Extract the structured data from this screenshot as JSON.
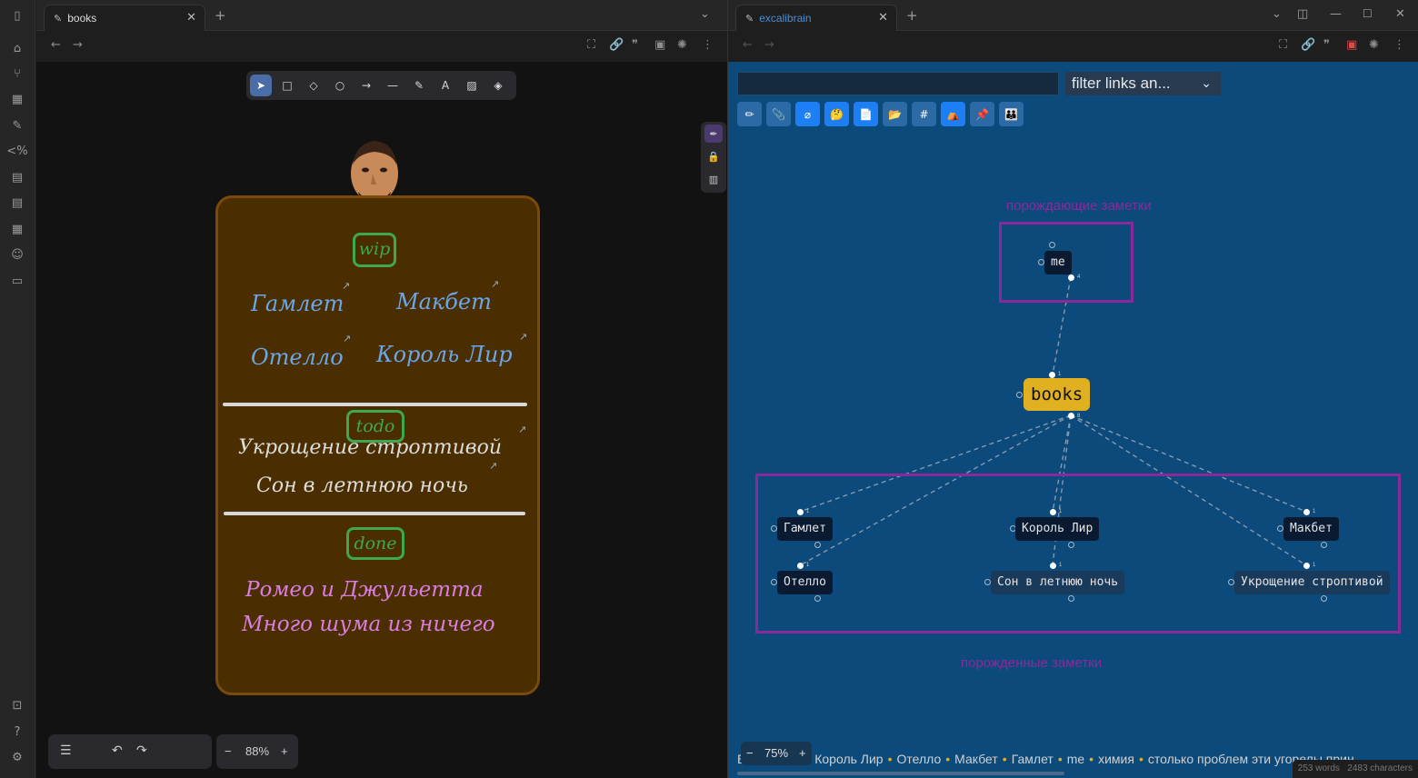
{
  "ribbon": {
    "icons": [
      "sidebar-toggle-icon",
      "home-icon",
      "graph-icon",
      "dashboard-icon",
      "excalidraw-icon",
      "template-icon",
      "layout-icon",
      "layout2-icon",
      "calendar-icon",
      "smiley-icon",
      "tv-icon",
      "vault-icon",
      "help-icon",
      "settings-icon"
    ]
  },
  "left_pane": {
    "tab_title": "books",
    "zoom": "88%",
    "toolbar_tools": [
      "selection-tool",
      "rectangle-tool",
      "diamond-tool",
      "ellipse-tool",
      "arrow-tool",
      "line-tool",
      "pen-tool",
      "text-tool",
      "image-tool",
      "eraser-tool"
    ],
    "board": {
      "sections": [
        {
          "badge": "wip",
          "items": [
            "Гамлет",
            "Макбет",
            "Отелло",
            "Король Лир"
          ]
        },
        {
          "badge": "todo",
          "items": [
            "Укрощение строптивой",
            "Сон в летнюю ночь"
          ]
        },
        {
          "badge": "done",
          "items": [
            "Ромео и Джульетта",
            "Много шума из ничего"
          ]
        }
      ]
    }
  },
  "right_pane": {
    "tab_title": "excalibrain",
    "filter_placeholder": "filter links an...",
    "filter_buttons": [
      "✏",
      "📎",
      "⌀",
      "🤔",
      "📄",
      "📂",
      "#",
      "⛺",
      "📌",
      "👪"
    ],
    "parents_label": "порождающие заметки",
    "children_label": "порожденные заметки",
    "central_node": "books",
    "parent_node": "me",
    "child_nodes": [
      "Гамлет",
      "Король Лир",
      "Макбет",
      "Отелло",
      "Сон в летнюю ночь",
      "Укрощение строптивой"
    ],
    "zoom": "75%",
    "footer_links": [
      "Король Лир",
      "Отелло",
      "Макбет",
      "Гамлет",
      "me",
      "химия",
      "столько проблем эти угорелы прин"
    ],
    "footer_prefix": "E",
    "words": "253 words",
    "characters": "2483 characters",
    "counts": {
      "me": "4",
      "books_top": "1",
      "books_bottom": "8",
      "child_in": "1"
    }
  },
  "colors": {
    "graph_bg": "#0b4a7a",
    "central_node": "#e0b020",
    "group_border": "#8a2a9a",
    "wip_text": "#6aa6e8",
    "done_text": "#d97ee0",
    "badge": "#3fa84f",
    "board_fill": "#4a2e00"
  }
}
